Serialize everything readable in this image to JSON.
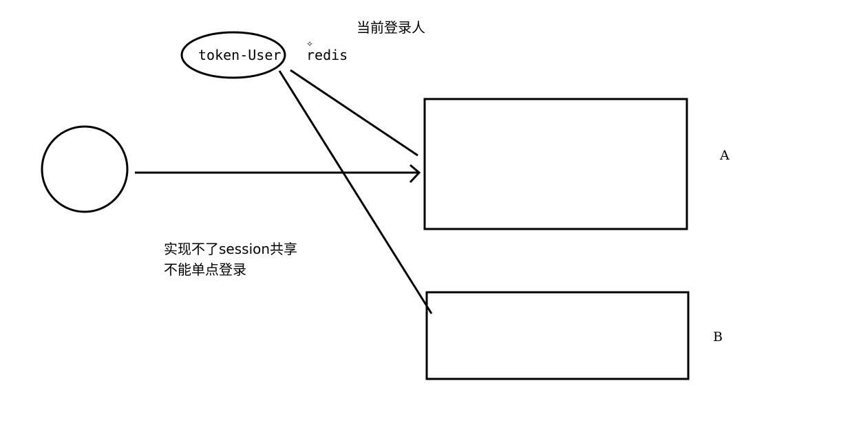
{
  "token_store": {
    "label": "token-User",
    "store_label": "redis"
  },
  "current_user_label": "当前登录人",
  "servers": {
    "a_label": "A",
    "b_label": "B"
  },
  "note": {
    "line1": "实现不了session共享",
    "line2": "不能单点登录"
  },
  "colors": {
    "stroke": "#000000",
    "background": "#ffffff"
  },
  "icons": {
    "cursor": "crosshair-cursor-icon"
  }
}
